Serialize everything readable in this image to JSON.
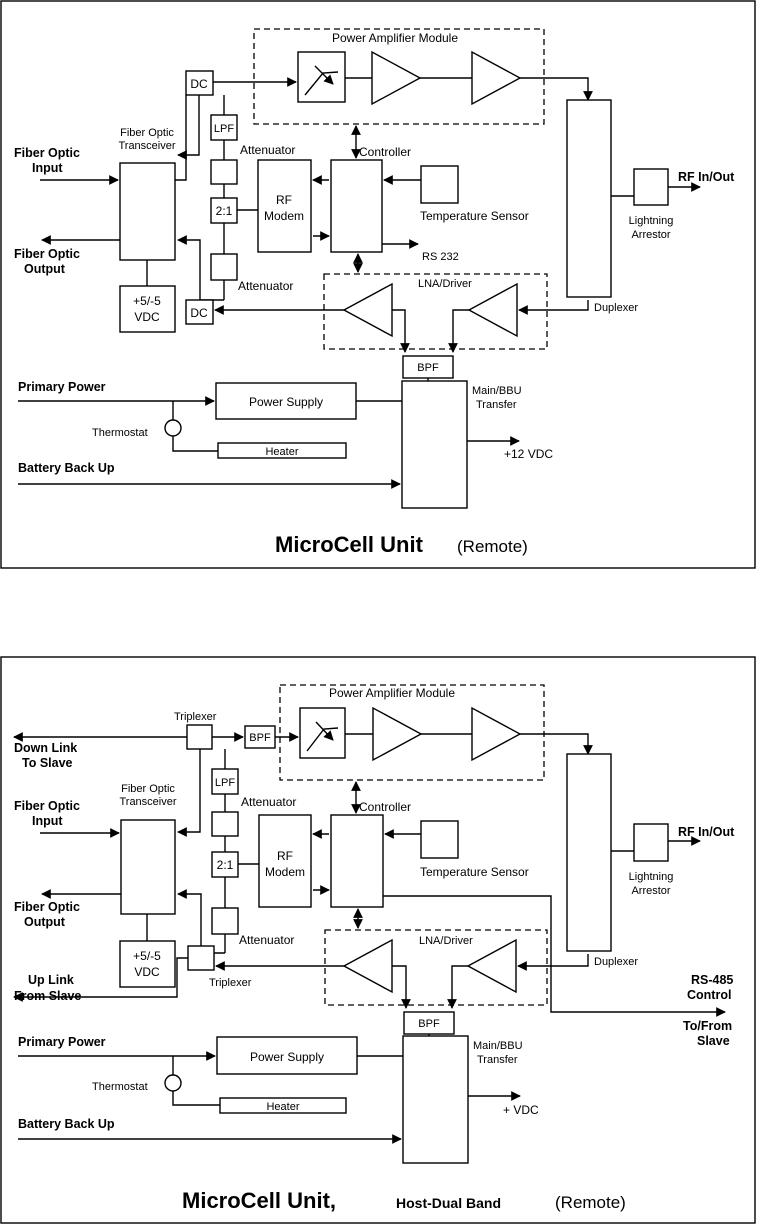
{
  "diagram1": {
    "title_bold": "MicroCell Unit",
    "title_suffix": "(Remote)",
    "pa_module": "Power Amplifier Module",
    "dc_top": "DC",
    "dc_bottom": "DC",
    "lpf": "LPF",
    "attenuator_top": "Attenuator",
    "attenuator_bottom": "Attenuator",
    "splitter": "2:1",
    "fot_line1": "Fiber Optic",
    "fot_line2": "Transceiver",
    "fiber_in_line1": "Fiber Optic",
    "fiber_in_line2": "Input",
    "fiber_out_line1": "Fiber Optic",
    "fiber_out_line2": "Output",
    "psu_line1": "+5/-5",
    "psu_line2": "VDC",
    "rf_modem_line1": "RF",
    "rf_modem_line2": "Modem",
    "controller": "Controller",
    "temp_sensor": "Temperature Sensor",
    "rs232": "RS 232",
    "lna": "LNA/Driver",
    "bpf": "BPF",
    "duplexer": "Duplexer",
    "lightning_line1": "Lightning",
    "lightning_line2": "Arrestor",
    "rf_inout": "RF In/Out",
    "primary_power": "Primary Power",
    "power_supply": "Power Supply",
    "thermostat": "Thermostat",
    "heater": "Heater",
    "battery": "Battery Back Up",
    "transfer_line1": "Main/BBU",
    "transfer_line2": "Transfer",
    "vdc_out": "+12 VDC"
  },
  "diagram2": {
    "title_bold": "MicroCell Unit,",
    "title_mid": "Host-Dual Band",
    "title_suffix": "(Remote)",
    "pa_module": "Power Amplifier Module",
    "triplexer_top": "Triplexer",
    "triplexer_bottom": "Triplexer",
    "bpf_top": "BPF",
    "lpf": "LPF",
    "attenuator_top": "Attenuator",
    "attenuator_bottom": "Attenuator",
    "splitter": "2:1",
    "down_link_line1": "Down Link",
    "down_link_line2": "To Slave",
    "up_link_line1": "Up Link",
    "up_link_line2": "From Slave",
    "fot_line1": "Fiber Optic",
    "fot_line2": "Transceiver",
    "fiber_in_line1": "Fiber Optic",
    "fiber_in_line2": "Input",
    "fiber_out_line1": "Fiber Optic",
    "fiber_out_line2": "Output",
    "psu_line1": "+5/-5",
    "psu_line2": "VDC",
    "rf_modem_line1": "RF",
    "rf_modem_line2": "Modem",
    "controller": "Controller",
    "temp_sensor": "Temperature Sensor",
    "lna": "LNA/Driver",
    "bpf": "BPF",
    "duplexer": "Duplexer",
    "lightning_line1": "Lightning",
    "lightning_line2": "Arrestor",
    "rf_inout": "RF In/Out",
    "rs485_line1": "RS-485",
    "rs485_line2": "Control",
    "tofrom_line1": "To/From",
    "tofrom_line2": "Slave",
    "primary_power": "Primary Power",
    "power_supply": "Power Supply",
    "thermostat": "Thermostat",
    "heater": "Heater",
    "battery": "Battery Back Up",
    "transfer_line1": "Main/BBU",
    "transfer_line2": "Transfer",
    "vdc_out": "+ VDC"
  }
}
